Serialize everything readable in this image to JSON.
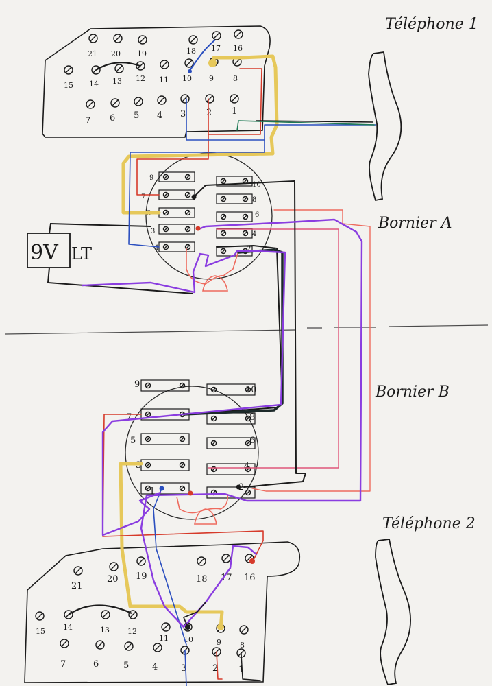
{
  "labels": {
    "phone1": "Téléphone 1",
    "phone2": "Téléphone 2",
    "bornierA": "Bornier A",
    "bornierB": "Bornier B",
    "battery_value": "9V",
    "battery_unit": "LT"
  },
  "telephone1": {
    "terminals_top": [
      "21",
      "20",
      "19",
      "18",
      "17",
      "16"
    ],
    "terminals_mid": [
      "15",
      "14",
      "13",
      "12",
      "11",
      "10",
      "9",
      "8"
    ],
    "terminals_bottom": [
      "7",
      "6",
      "5",
      "4",
      "3",
      "2",
      "1"
    ]
  },
  "telephone2": {
    "terminals_top": [
      "21",
      "20",
      "19",
      "18",
      "17",
      "16"
    ],
    "terminals_mid": [
      "15",
      "14",
      "13",
      "12",
      "11",
      "10",
      "9",
      "8"
    ],
    "terminals_bottom": [
      "7",
      "6",
      "5",
      "4",
      "3",
      "2",
      "1"
    ]
  },
  "bornierA": {
    "left_pins": [
      "9",
      "7",
      "5",
      "3",
      "1"
    ],
    "right_pins": [
      "10",
      "8",
      "6",
      "4",
      "2"
    ]
  },
  "bornierB": {
    "left_pins": [
      "9",
      "7",
      "5",
      "3",
      "1"
    ],
    "right_pins": [
      "10",
      "8",
      "6",
      "4",
      "2"
    ]
  },
  "wire_colors": {
    "purple": "#8a3de0",
    "yellow": "#e6c85a",
    "red": "#d63a2a",
    "pink": "#e0567a",
    "blue": "#2b4fbf",
    "green": "#1e7a55",
    "dark": "#1c2a2a",
    "black": "#1b1b1b",
    "salmon": "#ee6b5e"
  }
}
